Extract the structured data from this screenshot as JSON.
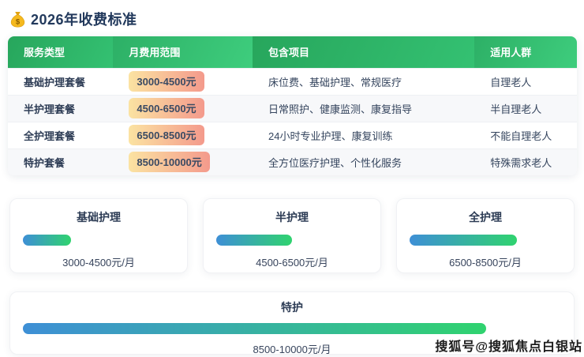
{
  "header": {
    "title": "2026年收费标准",
    "icon": "money-bag-icon"
  },
  "table": {
    "columns": [
      {
        "label": "服务类型"
      },
      {
        "label": "月费用范围"
      },
      {
        "label": "包含项目"
      },
      {
        "label": "适用人群"
      }
    ],
    "rows": [
      {
        "service": "基础护理套餐",
        "fee": "3000-4500元",
        "items": "床位费、基础护理、常规医疗",
        "audience": "自理老人"
      },
      {
        "service": "半护理套餐",
        "fee": "4500-6500元",
        "items": "日常照护、健康监测、康复指导",
        "audience": "半自理老人"
      },
      {
        "service": "全护理套餐",
        "fee": "6500-8500元",
        "items": "24小时专业护理、康复训练",
        "audience": "不能自理老人"
      },
      {
        "service": "特护套餐",
        "fee": "8500-10000元",
        "items": "全方位医疗护理、个性化服务",
        "audience": "特殊需求老人"
      }
    ]
  },
  "cards": [
    {
      "title": "基础护理",
      "price": "3000-4500元/月",
      "bar_percent": 32
    },
    {
      "title": "半护理",
      "price": "4500-6500元/月",
      "bar_percent": 50
    },
    {
      "title": "全护理",
      "price": "6500-8500元/月",
      "bar_percent": 71
    },
    {
      "title": "特护",
      "price": "8500-10000元/月",
      "bar_percent": 86
    }
  ],
  "watermark": {
    "text": "搜狐号@搜狐焦点白银站"
  },
  "colors": {
    "header_green_dark": "#27a65c",
    "header_green_light": "#3ecd7d",
    "fee_pill_start": "#fbe3a2",
    "fee_pill_end": "#f49a8c",
    "bar_gradient_start": "#3e8fd6",
    "bar_gradient_end": "#30d36f",
    "title_text": "#22395c",
    "body_text": "#35455e"
  }
}
